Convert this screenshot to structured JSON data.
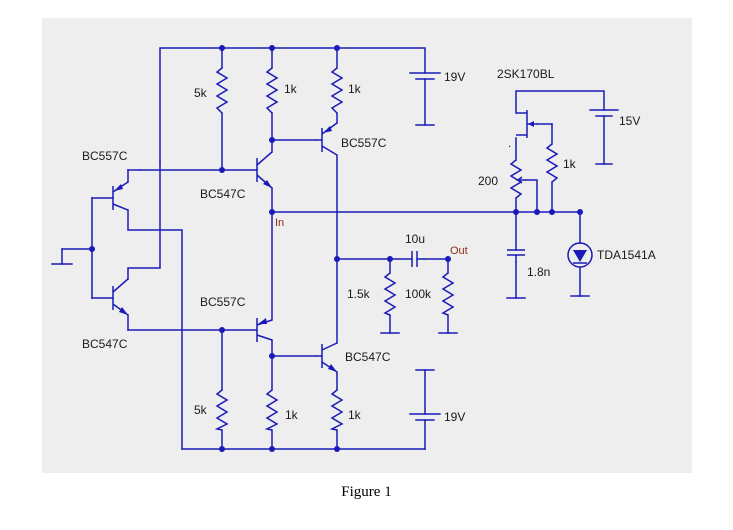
{
  "diagram": {
    "background": "#eeeeee",
    "wire_color": "#1a1ab8",
    "net_label_color": "#8b2a1a",
    "labels": {
      "r_top_left": "5k",
      "r_top_mid": "1k",
      "r_top_right": "1k",
      "supply_top": "19V",
      "q_top_right": "BC557C",
      "q_top_mid": "BC547C",
      "q_left_top": "BC557C",
      "q_bot_mid": "BC557C",
      "q_left_bot": "BC547C",
      "q_bot_right": "BC547C",
      "r_bot_left": "5k",
      "r_bot_mid": "1k",
      "r_bot_right": "1k",
      "supply_bot": "19V",
      "cap_out": "10u",
      "r_out_a": "1.5k",
      "r_out_b": "100k",
      "jfet": "2SK170BL",
      "supply_jfet": "15V",
      "r_jfet": "1k",
      "pot": "200",
      "cap_shunt": "1.8n",
      "source": "TDA1541A",
      "dot_mark": "."
    },
    "nets": {
      "in": "In",
      "out": "Out"
    }
  },
  "caption": "Figure 1"
}
